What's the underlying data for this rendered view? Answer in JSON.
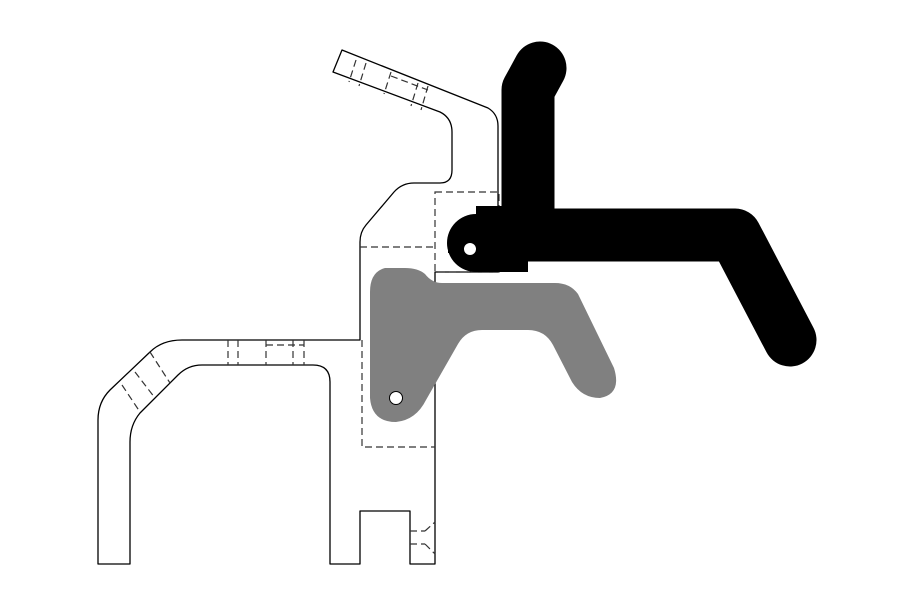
{
  "diagram": {
    "colors": {
      "outline": "#000000",
      "black_part": "#000000",
      "gray_part": "#808080",
      "background": "#ffffff"
    },
    "parts": [
      "housing-profile",
      "black-lever-arm",
      "gray-lever-arm"
    ]
  }
}
